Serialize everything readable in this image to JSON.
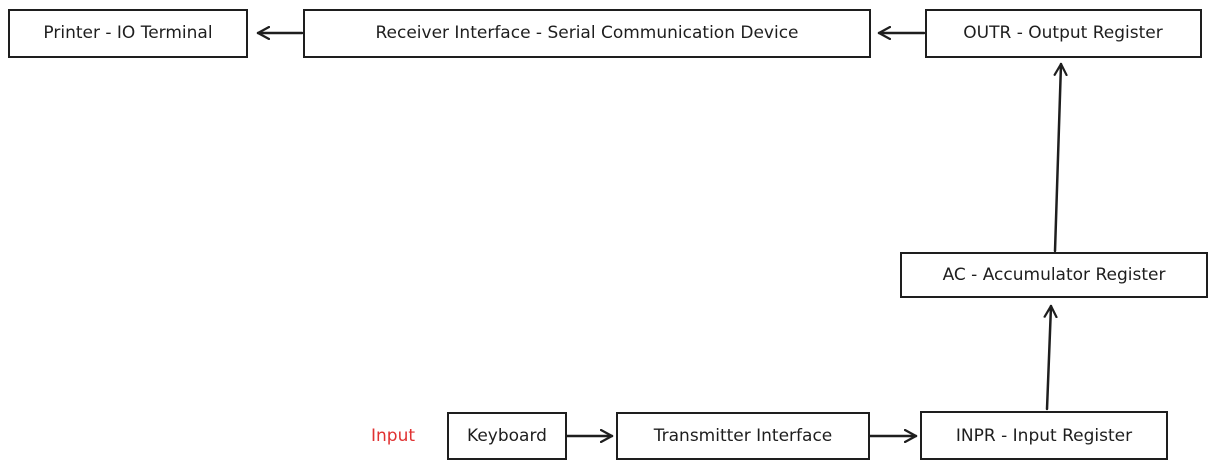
{
  "colors": {
    "stroke": "#1e1e1e",
    "input_label": "#e03131",
    "background": "#ffffff"
  },
  "nodes": {
    "printer": "Printer - IO Terminal",
    "receiver": "Receiver Interface - Serial Communication Device",
    "outr": "OUTR - Output Register",
    "ac": "AC - Accumulator Register",
    "keyboard": "Keyboard",
    "transmitter": "Transmitter Interface",
    "inpr": "INPR - Input Register"
  },
  "input_label": "Input",
  "edges": [
    {
      "from": "keyboard",
      "to": "transmitter"
    },
    {
      "from": "transmitter",
      "to": "inpr"
    },
    {
      "from": "inpr",
      "to": "ac"
    },
    {
      "from": "ac",
      "to": "outr"
    },
    {
      "from": "outr",
      "to": "receiver"
    },
    {
      "from": "receiver",
      "to": "printer"
    }
  ]
}
